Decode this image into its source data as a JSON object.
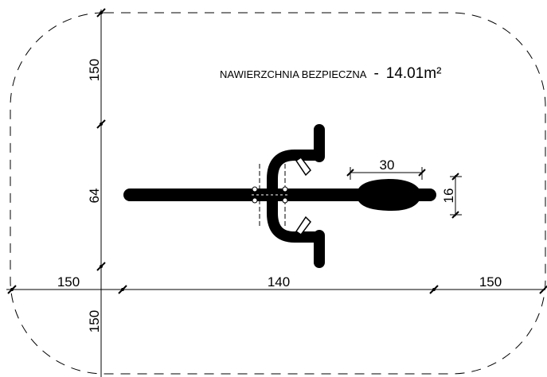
{
  "area_label": {
    "name": "NAWIERZCHNIA BEZPIECZNA",
    "separator": "-",
    "value": "14.01m²"
  },
  "dimensions": {
    "top_clearance": "150",
    "equipment_width": "64",
    "left_clearance": "150",
    "equipment_length": "140",
    "right_clearance": "150",
    "bottom_clearance": "150",
    "seat_length": "30",
    "seat_width": "16"
  }
}
